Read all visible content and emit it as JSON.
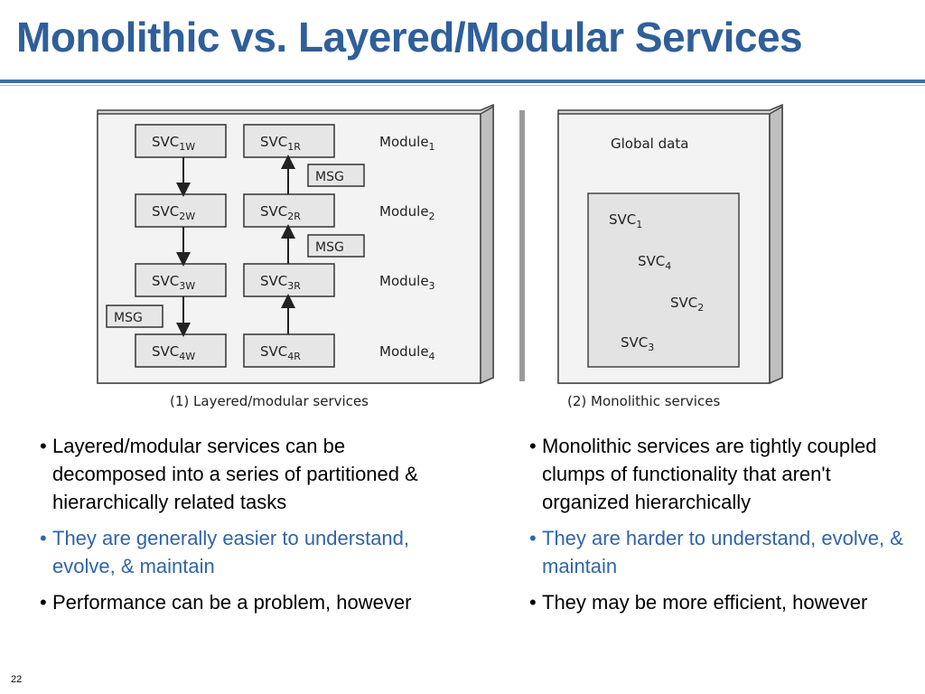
{
  "slide": {
    "title": "Monolithic vs. Layered/Modular Services",
    "page_number": "22"
  },
  "figure": {
    "layered": {
      "caption": "(1) Layered/modular services",
      "rows": [
        {
          "w_base": "SVC",
          "w_sub": "1W",
          "r_base": "SVC",
          "r_sub": "1R",
          "module_base": "Module",
          "module_sub": "1"
        },
        {
          "w_base": "SVC",
          "w_sub": "2W",
          "r_base": "SVC",
          "r_sub": "2R",
          "module_base": "Module",
          "module_sub": "2"
        },
        {
          "w_base": "SVC",
          "w_sub": "3W",
          "r_base": "SVC",
          "r_sub": "3R",
          "module_base": "Module",
          "module_sub": "3"
        },
        {
          "w_base": "SVC",
          "w_sub": "4W",
          "r_base": "SVC",
          "r_sub": "4R",
          "module_base": "Module",
          "module_sub": "4"
        }
      ],
      "msg_label": "MSG"
    },
    "monolithic": {
      "caption": "(2) Monolithic services",
      "global_data": "Global data",
      "services": [
        {
          "base": "SVC",
          "sub": "1"
        },
        {
          "base": "SVC",
          "sub": "4"
        },
        {
          "base": "SVC",
          "sub": "2"
        },
        {
          "base": "SVC",
          "sub": "3"
        }
      ]
    }
  },
  "left_bullets": [
    {
      "text": "Layered/modular services can be decomposed into a series of partitioned & hierarchically related tasks",
      "highlight": false
    },
    {
      "text": "They are generally easier to understand, evolve, & maintain",
      "highlight": true
    },
    {
      "text": "Performance can be a problem, however",
      "highlight": false
    }
  ],
  "right_bullets": [
    {
      "text": "Monolithic services are tightly coupled clumps of functionality that aren't organized hierarchically",
      "highlight": false
    },
    {
      "text": "They are harder to understand, evolve, & maintain",
      "highlight": true
    },
    {
      "text": "They may be more efficient, however",
      "highlight": false
    }
  ],
  "colors": {
    "title": "#2f5f9a",
    "highlight": "#2f65a8",
    "box_fill": "#e6e6e6",
    "panel_fill": "#f3f3f3"
  }
}
